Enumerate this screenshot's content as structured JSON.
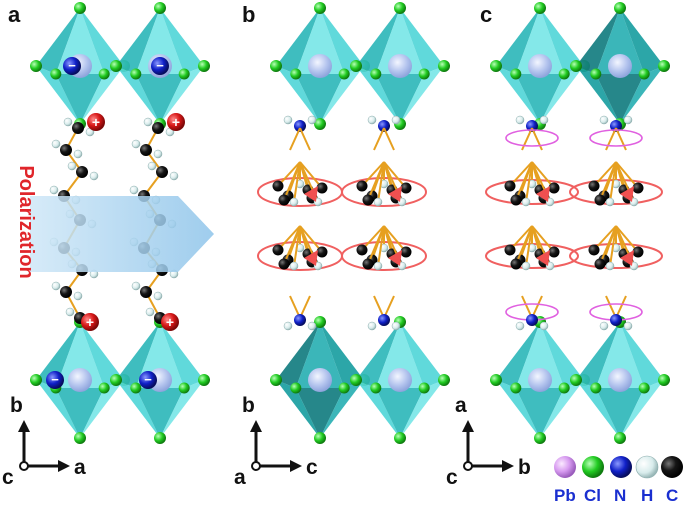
{
  "panels": [
    {
      "label": "a",
      "axes": {
        "vertical": "b",
        "horizontal": "a",
        "origin": "c"
      }
    },
    {
      "label": "b",
      "axes": {
        "vertical": "b",
        "horizontal": "c",
        "origin": "a"
      }
    },
    {
      "label": "c",
      "axes": {
        "vertical": "a",
        "horizontal": "b",
        "origin": "c"
      }
    }
  ],
  "polarization_label": "Polarization",
  "legend": [
    {
      "element": "Pb",
      "color": "#d79bf0"
    },
    {
      "element": "Cl",
      "color": "#22cc22"
    },
    {
      "element": "N",
      "color": "#1020c8"
    },
    {
      "element": "H",
      "color": "#d8ecec"
    },
    {
      "element": "C",
      "color": "#111111"
    }
  ],
  "colors": {
    "octahedron_light": "#53d6d8",
    "octahedron_dark": "#1a9ea1",
    "chlorine": "#22cc22",
    "lead_center": "#b9c9f0",
    "nitrogen": "#1020c8",
    "carbon": "#111111",
    "hydrogen": "#d8ecec",
    "bond": "#e6a020",
    "charge_ring": "#e0262b",
    "rotation_ring_red": "#f06060",
    "rotation_ring_pink": "#e060e0",
    "polarization_arrow": "#9fcdec"
  },
  "charges": {
    "positive": "+",
    "negative": "−"
  }
}
